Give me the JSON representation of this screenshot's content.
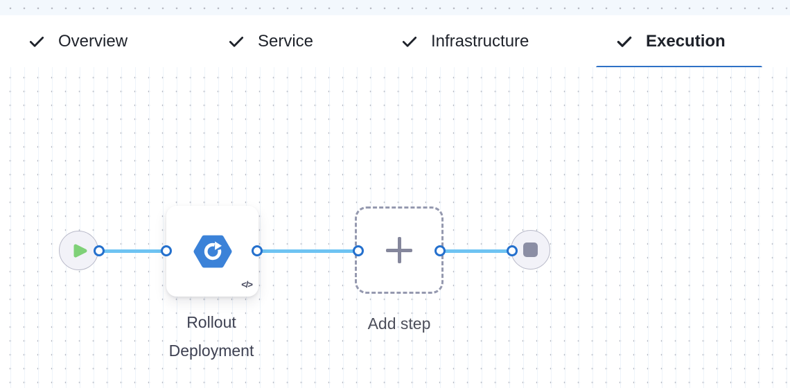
{
  "header": {
    "tabs": [
      {
        "label": "Overview",
        "checked": true,
        "active": false
      },
      {
        "label": "Service",
        "checked": true,
        "active": false
      },
      {
        "label": "Infrastructure",
        "checked": true,
        "active": false
      },
      {
        "label": "Execution",
        "checked": true,
        "active": true
      }
    ]
  },
  "canvas": {
    "start_node": {
      "type": "start",
      "icon": "play-icon"
    },
    "steps": [
      {
        "title": "Rollout Deployment",
        "icon": "k8s-rollout-icon",
        "badge": "</>"
      }
    ],
    "add_step": {
      "label": "Add step",
      "icon": "plus-icon"
    },
    "end_node": {
      "type": "stop",
      "icon": "stop-icon"
    }
  },
  "colors": {
    "active_tab_underline": "#2e71c6",
    "connector_line": "#6ec3f2",
    "connector_point_ring": "#2470cd",
    "play_icon_green": "#7fd178",
    "step_icon_blue": "#3b82d8",
    "node_fill": "#f2f2f8",
    "node_border": "#b9bac9",
    "dashed_border_gray": "#9599af",
    "label_text": "#3e4152"
  }
}
